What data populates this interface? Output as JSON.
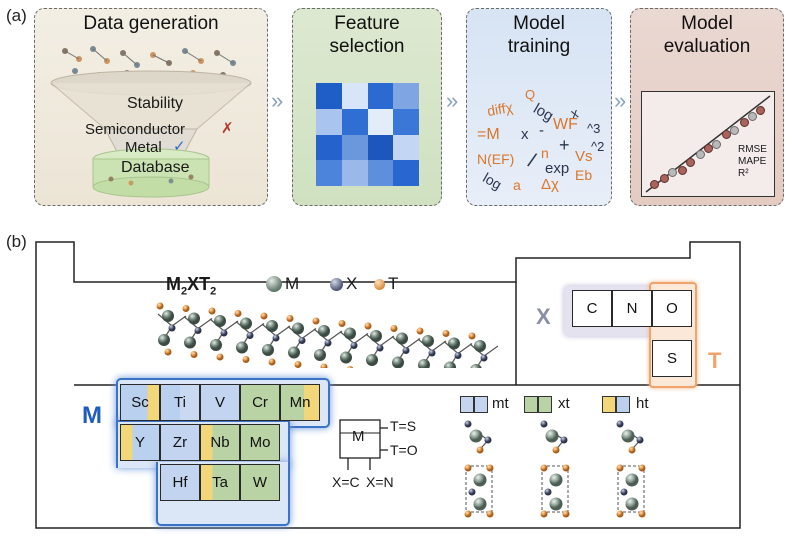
{
  "panel_a": {
    "label": "(a)",
    "steps": [
      {
        "title_l1": "Data generation",
        "title_l2": ""
      },
      {
        "title_l1": "Feature",
        "title_l2": "selection"
      },
      {
        "title_l1": "Model",
        "title_l2": "training"
      },
      {
        "title_l1": "Model",
        "title_l2": "evaluation"
      }
    ],
    "funnel": {
      "stability": "Stability",
      "semiconductor": "Semiconductor",
      "semiconductor_mark": "✗",
      "metal": "Metal",
      "metal_mark": "✓",
      "database": "Database"
    },
    "heatmap_colors": [
      "#1f5ec7",
      "#d8e4f7",
      "#2b6ad1",
      "#7fa6e2",
      "#a9c4ee",
      "#2f6ed3",
      "#e3ecf9",
      "#3a77d6",
      "#2562cb",
      "#6b98dd",
      "#1d56bd",
      "#c3d6f3",
      "#4b84da",
      "#9ab9ea",
      "#5e8fdc",
      "#2a66cf"
    ],
    "feature_words": [
      {
        "text": "diffχ",
        "color": "#d9772c"
      },
      {
        "text": "Q",
        "color": "#d9772c"
      },
      {
        "text": "log",
        "color": "#2a3550"
      },
      {
        "text": "x",
        "color": "#2a3550"
      },
      {
        "text": "=M",
        "color": "#d9772c"
      },
      {
        "text": "x",
        "color": "#2a3550"
      },
      {
        "text": "-",
        "color": "#2a3550"
      },
      {
        "text": "WF",
        "color": "#d9772c"
      },
      {
        "text": "^3",
        "color": "#2a3550"
      },
      {
        "text": "N(EF)",
        "color": "#d9772c"
      },
      {
        "text": "n",
        "color": "#d9772c"
      },
      {
        "text": "+",
        "color": "#2a3550"
      },
      {
        "text": "Vs",
        "color": "#d9772c"
      },
      {
        "text": "^2",
        "color": "#2a3550"
      },
      {
        "text": "/",
        "color": "#2a3550"
      },
      {
        "text": "exp",
        "color": "#2a3550"
      },
      {
        "text": "Eb",
        "color": "#d9772c"
      },
      {
        "text": "log",
        "color": "#2a3550"
      },
      {
        "text": "a",
        "color": "#d9772c"
      },
      {
        "text": "Δχ",
        "color": "#d9772c"
      }
    ],
    "metrics": [
      "RMSE",
      "MAPE",
      "R²"
    ]
  },
  "panel_b": {
    "label": "(b)",
    "formula": {
      "main": "M",
      "sub1": "2",
      "mid": "XT",
      "sub2": "2"
    },
    "legend": [
      {
        "symbol": "M",
        "kind": "M"
      },
      {
        "symbol": "X",
        "kind": "X"
      },
      {
        "symbol": "T",
        "kind": "T"
      }
    ],
    "x_big": "X",
    "t_big": "T",
    "m_big": "M",
    "x_elements": [
      "C",
      "N",
      "O"
    ],
    "t_elements": [
      "O",
      "S"
    ],
    "metals_row1": [
      "Sc",
      "Ti",
      "V",
      "Cr",
      "Mn"
    ],
    "metals_row2": [
      "Y",
      "Zr",
      "Nb",
      "Mo"
    ],
    "metals_row3": [
      "Hf",
      "Ta",
      "W"
    ],
    "key": {
      "center": "M",
      "t_s": "T=S",
      "t_o": "T=O",
      "x_c": "X=C",
      "x_n": "X=N"
    },
    "phases": [
      {
        "label": "mt",
        "left": "#c5d4ef",
        "right": "#c5d4ef"
      },
      {
        "label": "xt",
        "left": "#b9d2a6",
        "right": "#b9d2a6"
      },
      {
        "label": "ht",
        "left": "#f2d67a",
        "right": "#bcd0ee"
      }
    ]
  }
}
